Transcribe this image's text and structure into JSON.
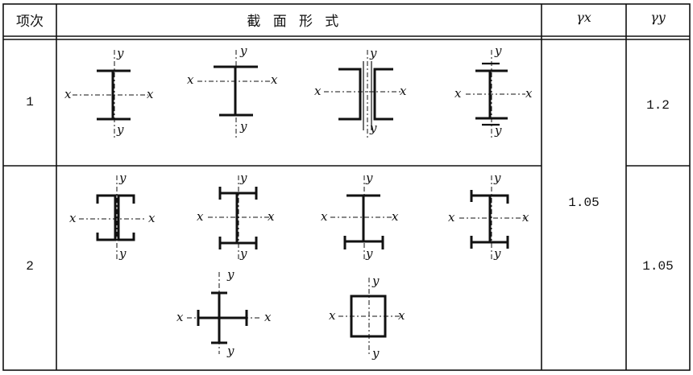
{
  "table": {
    "headers": {
      "item": "项次",
      "section": "截面形式",
      "gamma_x": "γx",
      "gamma_y": "γy"
    },
    "rows": [
      {
        "item": "1",
        "gamma_y": "1.2"
      },
      {
        "item": "2",
        "gamma_y": "1.05"
      }
    ],
    "gamma_x_merged": "1.05"
  },
  "axis_labels": {
    "x": "x",
    "y": "y"
  },
  "sections": [
    {
      "row": 1,
      "name": "i-beam-symmetric"
    },
    {
      "row": 1,
      "name": "t-section-top-flange"
    },
    {
      "row": 1,
      "name": "double-channel-back-to-back"
    },
    {
      "row": 1,
      "name": "i-beam-unequal-flanges"
    },
    {
      "row": 2,
      "name": "channels-facing-out"
    },
    {
      "row": 2,
      "name": "double-angle-stiffened-i"
    },
    {
      "row": 2,
      "name": "t-with-angles-bottom"
    },
    {
      "row": 2,
      "name": "channel-and-angles"
    },
    {
      "row": 2,
      "name": "cruciform-section"
    },
    {
      "row": 2,
      "name": "box-section"
    }
  ]
}
